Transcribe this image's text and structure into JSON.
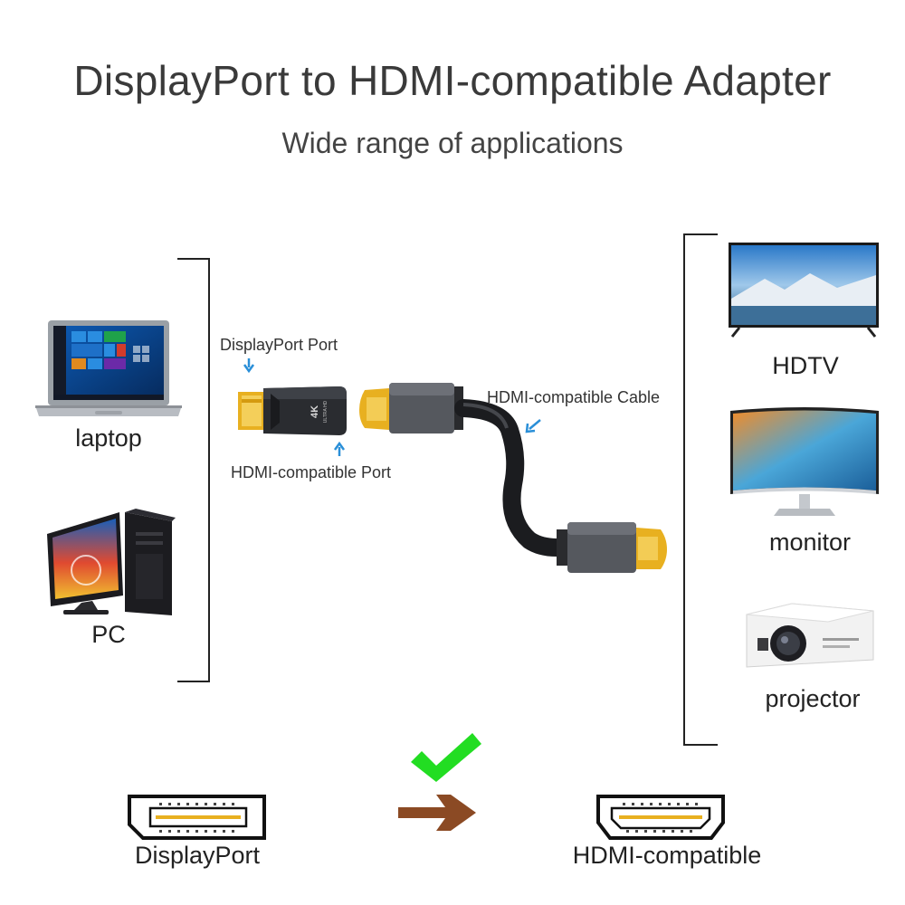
{
  "header": {
    "title": "DisplayPort to HDMI-compatible Adapter",
    "subtitle": "Wide range of applications"
  },
  "sources": {
    "laptop_label": "laptop",
    "pc_label": "PC"
  },
  "displays": {
    "hdtv_label": "HDTV",
    "monitor_label": "monitor",
    "projector_label": "projector"
  },
  "callouts": {
    "displayport_port": "DisplayPort Port",
    "hdmi_port": "HDMI-compatible Port",
    "hdmi_cable": "HDMI-compatible Cable"
  },
  "adapter": {
    "badge_top": "4K",
    "badge_bottom": "ULTRA HD"
  },
  "bottom": {
    "input_label": "DisplayPort",
    "output_label": "HDMI-compatible"
  },
  "colors": {
    "check": "#22dd22",
    "arrow": "#8b4a24",
    "callout_arrow": "#2a8fd8",
    "connector_gold": "#e8b020"
  },
  "icons": {
    "flow_check": "check-icon",
    "flow_arrow": "arrow-right-icon"
  }
}
